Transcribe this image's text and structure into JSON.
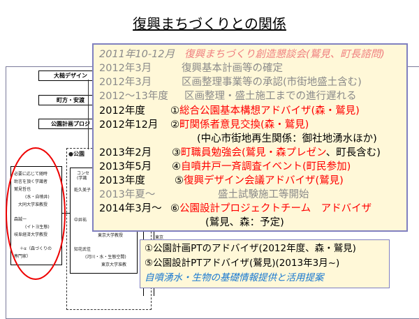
{
  "title": "復興まちづくりとの関係",
  "background_doc": {
    "boxes": [
      "大槌デザイン",
      "町方・安渡",
      "公園計画プロジ"
    ],
    "section": "●公園",
    "members": [
      "コンセ",
      "(学識",
      "乾久美子",
      "中井祐",
      "知花武佳",
      "(河川・水・生態空間)",
      "東京大学准教",
      "東京大学教授",
      "東京"
    ],
    "advisor_card": [
      "必要に応じて随時",
      "助言を頂く学識者",
      "鷲見哲也",
      "(水・自噴井)",
      "大同大学准教授",
      "森誠一",
      "(イトヨ生態)",
      "岐阜経済大学教授",
      "＋α（森づくりの",
      "専門家）"
    ]
  },
  "timeline": [
    {
      "date": "2011年10-12月",
      "text": "復興まちづくり創造懇談会(鷲見、町長諮問)",
      "style": "pink-italic"
    },
    {
      "date": "2012年3月",
      "text": "復興基本計画等の確定",
      "style": "gray"
    },
    {
      "date": "2012年3月",
      "text": "区画整理事業等の承認(市街地盛土含む)",
      "style": "gray"
    },
    {
      "date": "2012～13年度",
      "text": "区画整理・盛土施工までの進行遅れる",
      "style": "gray"
    },
    {
      "date": "2012年度",
      "num": "①",
      "text": "総合公園基本構想アドバイザ(森・鷲見)",
      "style": "red"
    },
    {
      "date": "2012年12月",
      "num": "②",
      "text": "町関係者意見交換(森・鷲見)",
      "style": "red"
    },
    {
      "date": "",
      "text": "(中心市街地再生関係：御社地湧水ほか)",
      "style": "black"
    },
    {
      "date": "2013年2月",
      "num": "③",
      "text": "町職員勉強会(鷲見・森プレゼン",
      "text2": "、町長含む)",
      "style": "red"
    },
    {
      "date": "2013年5月",
      "num": "④",
      "text": "自噴井戸一斉調査イベント(町民参加)",
      "style": "red"
    },
    {
      "date": "2013年度",
      "num": "⑤",
      "text": "復興デザイン会議アドバイザ(鷲見)",
      "style": "red"
    },
    {
      "date": "2013年夏～",
      "text": "盛土試験施工等開始",
      "style": "gray"
    },
    {
      "date": "2014年3月～",
      "num": "⑥",
      "text": "公園設計プロジェクトチーム　アドバイザ",
      "style": "red"
    },
    {
      "date": "",
      "text": "(鷲見、森：予定)",
      "style": "black"
    }
  ],
  "summary": {
    "line1": "①公園計画PTのアドバイザ(2012年度、森・鷲見)",
    "line2": "⑤公園設計PTアドバイザ(鷲見)(2013年3月~)",
    "line3": "自噴湧水・生物の基礎情報提供と活用提案"
  },
  "colors": {
    "accent_red": "#ff0000",
    "note_bg": "#fff8d8",
    "note_border": "#8080c0",
    "blue_text": "#1878d0"
  }
}
